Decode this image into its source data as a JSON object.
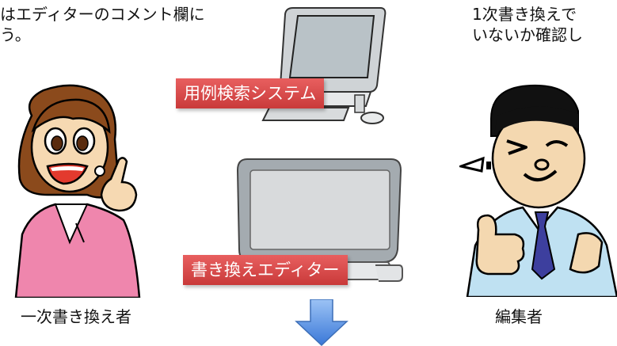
{
  "left_caption": {
    "line1": "はエディターのコメント欄に",
    "line2": "う。"
  },
  "right_caption": {
    "line1": "1次書き換えで",
    "line2": "いないか確認し"
  },
  "systems": {
    "search": "用例検索システム",
    "editor": "書き換えエディター"
  },
  "people": {
    "left": "一次書き換え者",
    "right": "編集者"
  },
  "colors": {
    "label_red": "#d94b4b",
    "arrow_blue": "#4f8ee6"
  }
}
